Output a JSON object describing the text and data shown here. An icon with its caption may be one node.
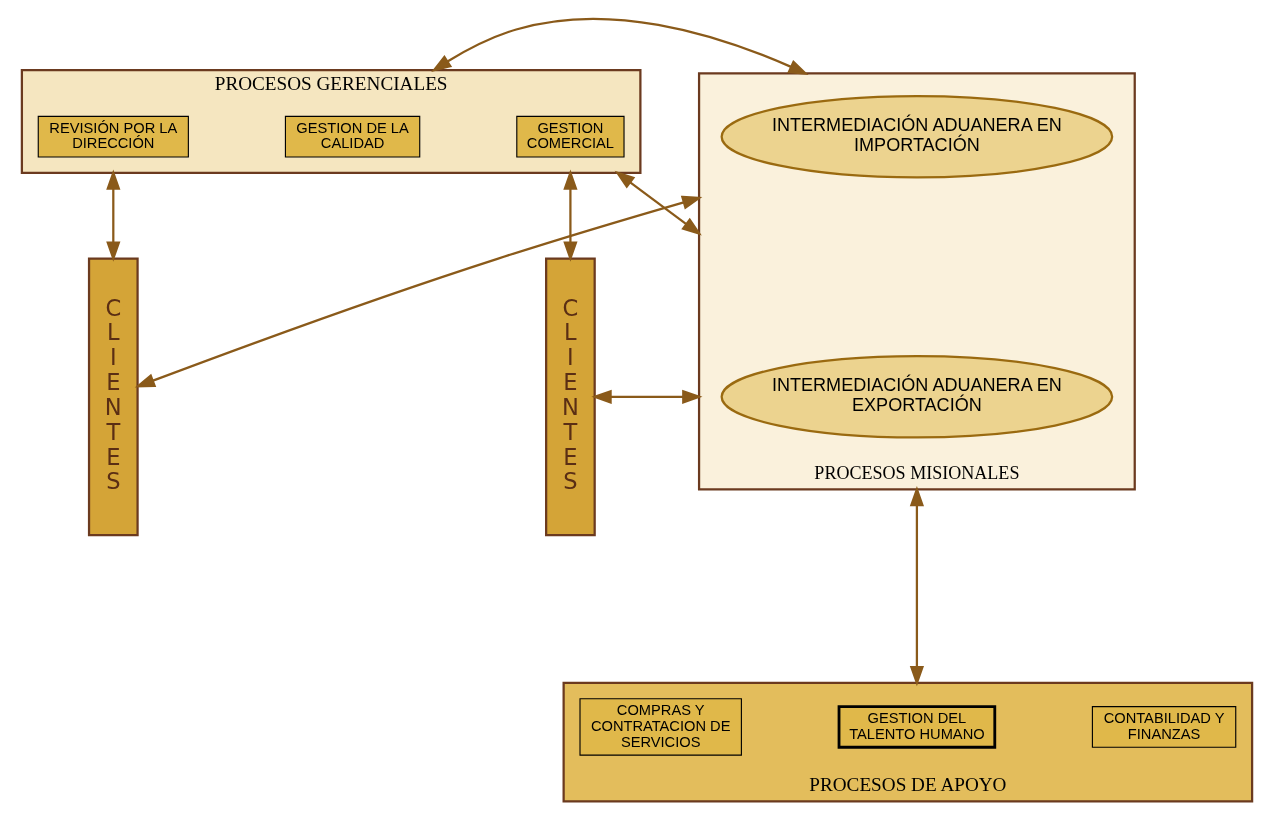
{
  "diagram": {
    "nodes": [
      {
        "text": [
          "PROCESOS GERENCIALES"
        ]
      },
      {
        "text": [
          "REVISIÓN POR LA DIRECCIÓN"
        ],
        "in": 0
      },
      {
        "text": [
          "GESTION DE LA CALIDAD"
        ],
        "in": 0
      },
      {
        "text": [
          "GESTION COMERCIAL"
        ],
        "in": 0
      },
      {
        "text": [
          "CLIENTES"
        ]
      },
      {
        "text": [
          "PROCESOS MISIONALES"
        ]
      },
      {
        "text": [
          "INTERMEDIACIÓN ADUANERA EN IMPORTACIÓN"
        ],
        "in": 5
      },
      {
        "text": [
          "INTERMEDIACIÓN ADUANERA EN EXPORTACIÓN"
        ],
        "in": 5
      },
      {
        "text": [
          "CLIENTES"
        ]
      },
      {
        "text": [
          "PROCESOS DE APOYO"
        ]
      },
      {
        "text": [
          "COMPRAS Y CONTRATACION DE SERVICIOS"
        ],
        "in": 9
      },
      {
        "text": [
          "GESTION DEL TALENTO HUMANO"
        ],
        "in": 9
      },
      {
        "text": [
          "CONTABILIDAD Y FINANZAS"
        ],
        "in": 9
      }
    ],
    "edges": [
      {
        "from": 4,
        "to": 0,
        "arrow": "both"
      },
      {
        "from": 0,
        "to": 8,
        "arrow": "both"
      },
      {
        "from": 0,
        "to": 5,
        "arrow": "both"
      },
      {
        "from": 0,
        "to": 5,
        "arrow": "both"
      },
      {
        "from": 4,
        "to": 5,
        "arrow": "both"
      },
      {
        "from": 5,
        "to": 8,
        "arrow": "both"
      },
      {
        "from": 5,
        "to": 9,
        "arrow": "both"
      }
    ]
  }
}
